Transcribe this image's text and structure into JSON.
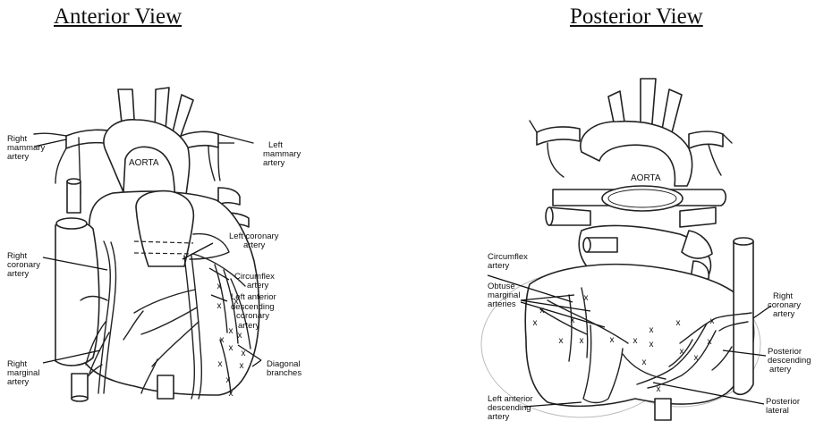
{
  "titles": {
    "anterior": "Anterior View",
    "posterior": "Posterior View"
  },
  "anterior": {
    "aorta": "AORTA",
    "labels": {
      "right_mammary": [
        "Right",
        "mammary",
        "artery"
      ],
      "left_mammary": [
        "Left",
        "mammary",
        "artery"
      ],
      "left_coronary": [
        "Left coronary",
        "artery"
      ],
      "right_coronary": [
        "Right",
        "coronary",
        "artery"
      ],
      "circumflex": [
        "Circumflex",
        "artery"
      ],
      "lad": [
        "Left anterior",
        "descending",
        "coronary",
        "artery"
      ],
      "right_marginal": [
        "Right",
        "marginal",
        "artery"
      ],
      "diagonal": [
        "Diagonal",
        "branches"
      ]
    },
    "marker": "x"
  },
  "posterior": {
    "aorta": "AORTA",
    "labels": {
      "circumflex": [
        "Circumflex",
        "artery"
      ],
      "obtuse_marginal": [
        "Obtuse",
        "marginal",
        "arteries"
      ],
      "right_coronary": [
        "Right",
        "coronary",
        "artery"
      ],
      "posterior_descending": [
        "Posterior",
        "descending",
        "artery"
      ],
      "left_anterior_descending": [
        "Left anterior",
        "descending",
        "artery"
      ],
      "posterior_lateral": [
        "Posterior",
        "lateral"
      ]
    },
    "marker": "x"
  }
}
